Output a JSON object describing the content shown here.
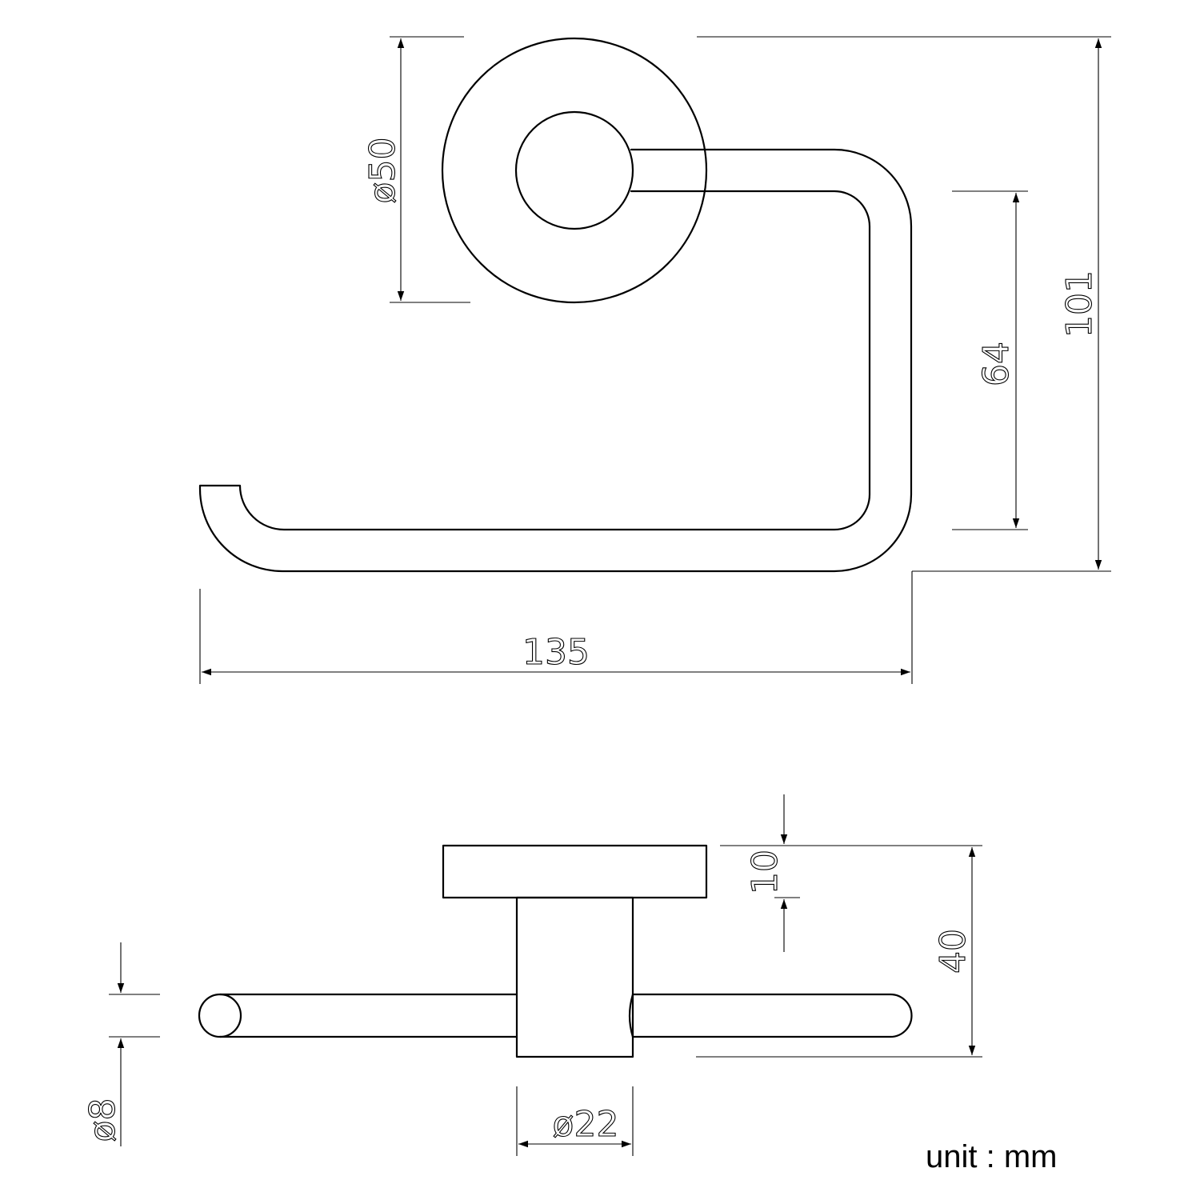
{
  "top_view": {
    "dim_base_diameter": "ø50",
    "dim_total_height": "101",
    "dim_inner_height": "64",
    "dim_width": "135"
  },
  "side_view": {
    "dim_base_thickness": "10",
    "dim_projection": "40",
    "dim_rod_diameter": "ø8",
    "dim_post_diameter": "ø22"
  },
  "unit_label": "unit : mm"
}
